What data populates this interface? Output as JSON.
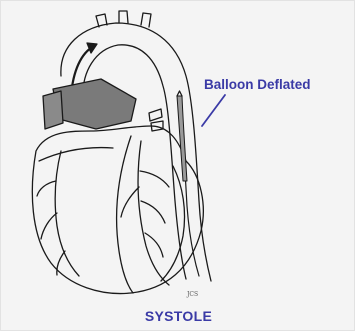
{
  "callout_label": "Balloon Deflated",
  "caption": "SYSTOLE",
  "colors": {
    "label_color": "#3a3aa6",
    "line_color": "#1a1a1a",
    "shade_color": "#7a7a7a",
    "background": "#f4f4f4"
  },
  "artist_mark": "JCS"
}
